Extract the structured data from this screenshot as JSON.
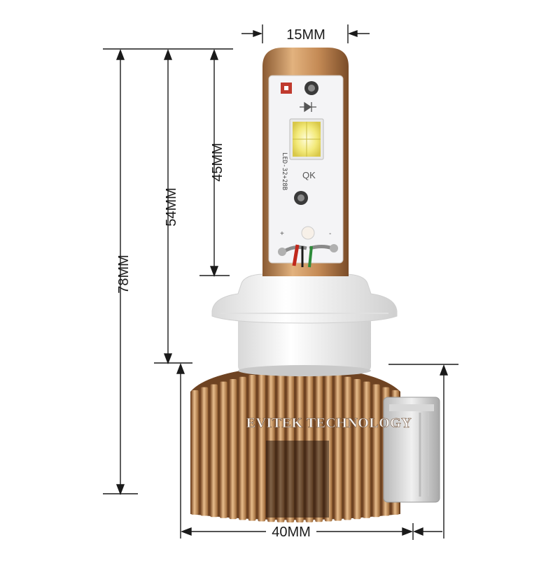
{
  "dimensions": {
    "top_width": "15MM",
    "total_height": "78MM",
    "mid_height": "54MM",
    "head_height": "45MM",
    "base_width": "40MM"
  },
  "watermark": "EVITEK TECHNOLOGY",
  "pcb_marking": "LED-32+28B",
  "colors": {
    "heatsink": "#c9935e",
    "heatsink_dark": "#8a5a32",
    "board": "#f4f4f6",
    "collar": "#f2f2f2",
    "line": "#1a1a1a"
  }
}
